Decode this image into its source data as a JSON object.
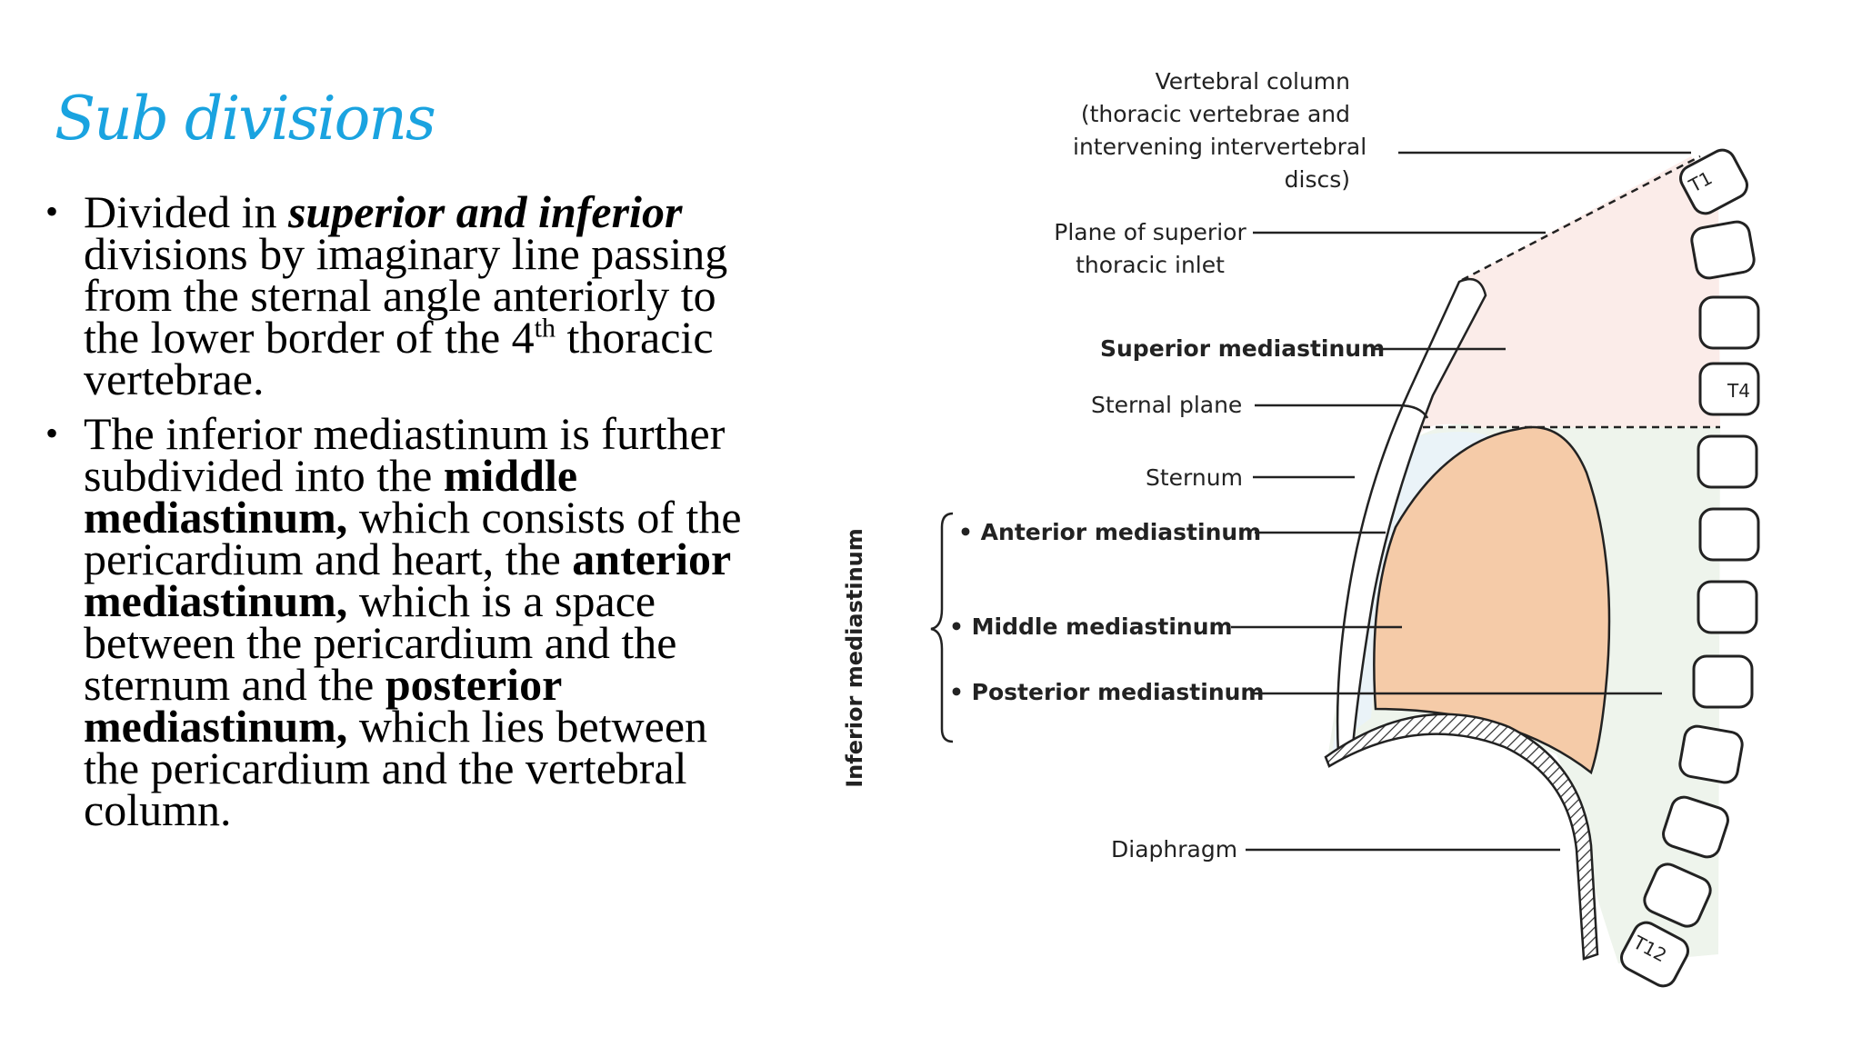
{
  "title": "Sub divisions",
  "bullets": {
    "b1": {
      "p1": "Divided in ",
      "p2": "superior and inferior",
      "p3": " divisions by imaginary line passing from the sternal angle anteriorly to the lower border of the 4",
      "sup": "th",
      "p4": " thoracic vertebrae."
    },
    "b2": {
      "p1": "The inferior mediastinum is further subdivided into the ",
      "p2": "middle mediastinum,",
      "p3": " which consists of the pericardium and heart, the ",
      "p4": "anterior mediastinum,",
      "p5": " which is a space between the pericardium and the sternum and the ",
      "p6": "posterior mediastinum,",
      "p7": " which lies between the pericardium and the vertebral column."
    }
  },
  "figure": {
    "labels": {
      "vertebral_column": [
        "Vertebral column",
        "(thoracic vertebrae and",
        "intervening intervertebral",
        "discs)"
      ],
      "plane_inlet": [
        "Plane of superior",
        "thoracic inlet"
      ],
      "superior_mediastinum": "Superior mediastinum",
      "sternal_plane": "Sternal plane",
      "sternum": "Sternum",
      "anterior_mediastinum": "• Anterior mediastinum",
      "middle_mediastinum": "• Middle mediastinum",
      "posterior_mediastinum": "• Posterior mediastinum",
      "diaphragm": "Diaphragm",
      "inferior_mediastinum": "Inferior mediastinum"
    },
    "vertebrae": {
      "t1": "T1",
      "t4": "T4",
      "t12": "T12"
    },
    "colors": {
      "superior_fill": "#fbece9",
      "inferior_fill": "#eef4ec",
      "anterior_fill": "#eaf3f8",
      "heart_fill": "#f5cba8",
      "line": "#222222"
    }
  }
}
